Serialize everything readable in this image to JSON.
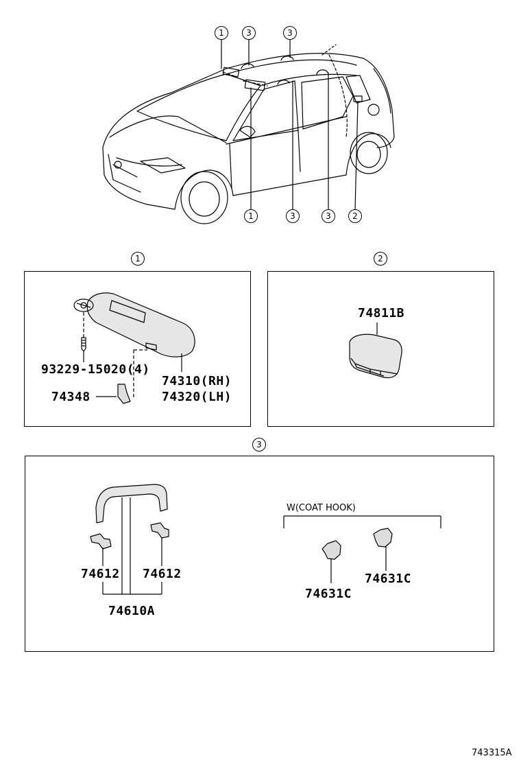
{
  "car_callouts": {
    "top": [
      "1",
      "3",
      "3"
    ],
    "bottom": [
      "1",
      "3",
      "3",
      "2"
    ]
  },
  "sections": [
    {
      "id": "1"
    },
    {
      "id": "2"
    },
    {
      "id": "3"
    }
  ],
  "panel1": {
    "parts": {
      "screw": "93229-15020(4)",
      "visor_rh": "74310(RH)",
      "visor_lh": "74320(LH)",
      "holder": "74348"
    }
  },
  "panel2": {
    "parts": {
      "lamp": "74811B"
    }
  },
  "panel3": {
    "parts": {
      "bracket_left": "74612",
      "bracket_right": "74612",
      "grip": "74610A",
      "hook_left": "74631C",
      "hook_right": "74631C"
    },
    "coat_hook_label": "W(COAT HOOK)"
  },
  "diagram_code": "743315A"
}
